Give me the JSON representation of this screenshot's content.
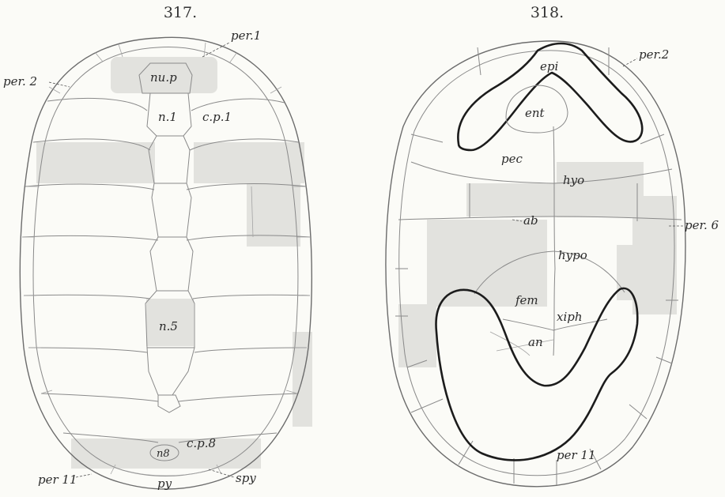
{
  "figures": [
    {
      "number": "317.",
      "labels": {
        "per1": "per.1",
        "per2": "per. 2",
        "nup": "nu.p",
        "n1": "n.1",
        "cp1": "c.p.1",
        "n5": "n.5",
        "n8": "n8",
        "cp8": "c.p.8",
        "per11": "per 11",
        "py": "py",
        "spy": "spy"
      }
    },
    {
      "number": "318.",
      "labels": {
        "epi": "epi",
        "per2": "per.2",
        "ent": "ent",
        "pec": "pec",
        "hyo": "hyo",
        "ab": "ab",
        "per6": "per. 6",
        "hypo": "hypo",
        "fem": "fem",
        "xiph": "xiph",
        "an": "an",
        "per11": "per 11"
      }
    }
  ]
}
